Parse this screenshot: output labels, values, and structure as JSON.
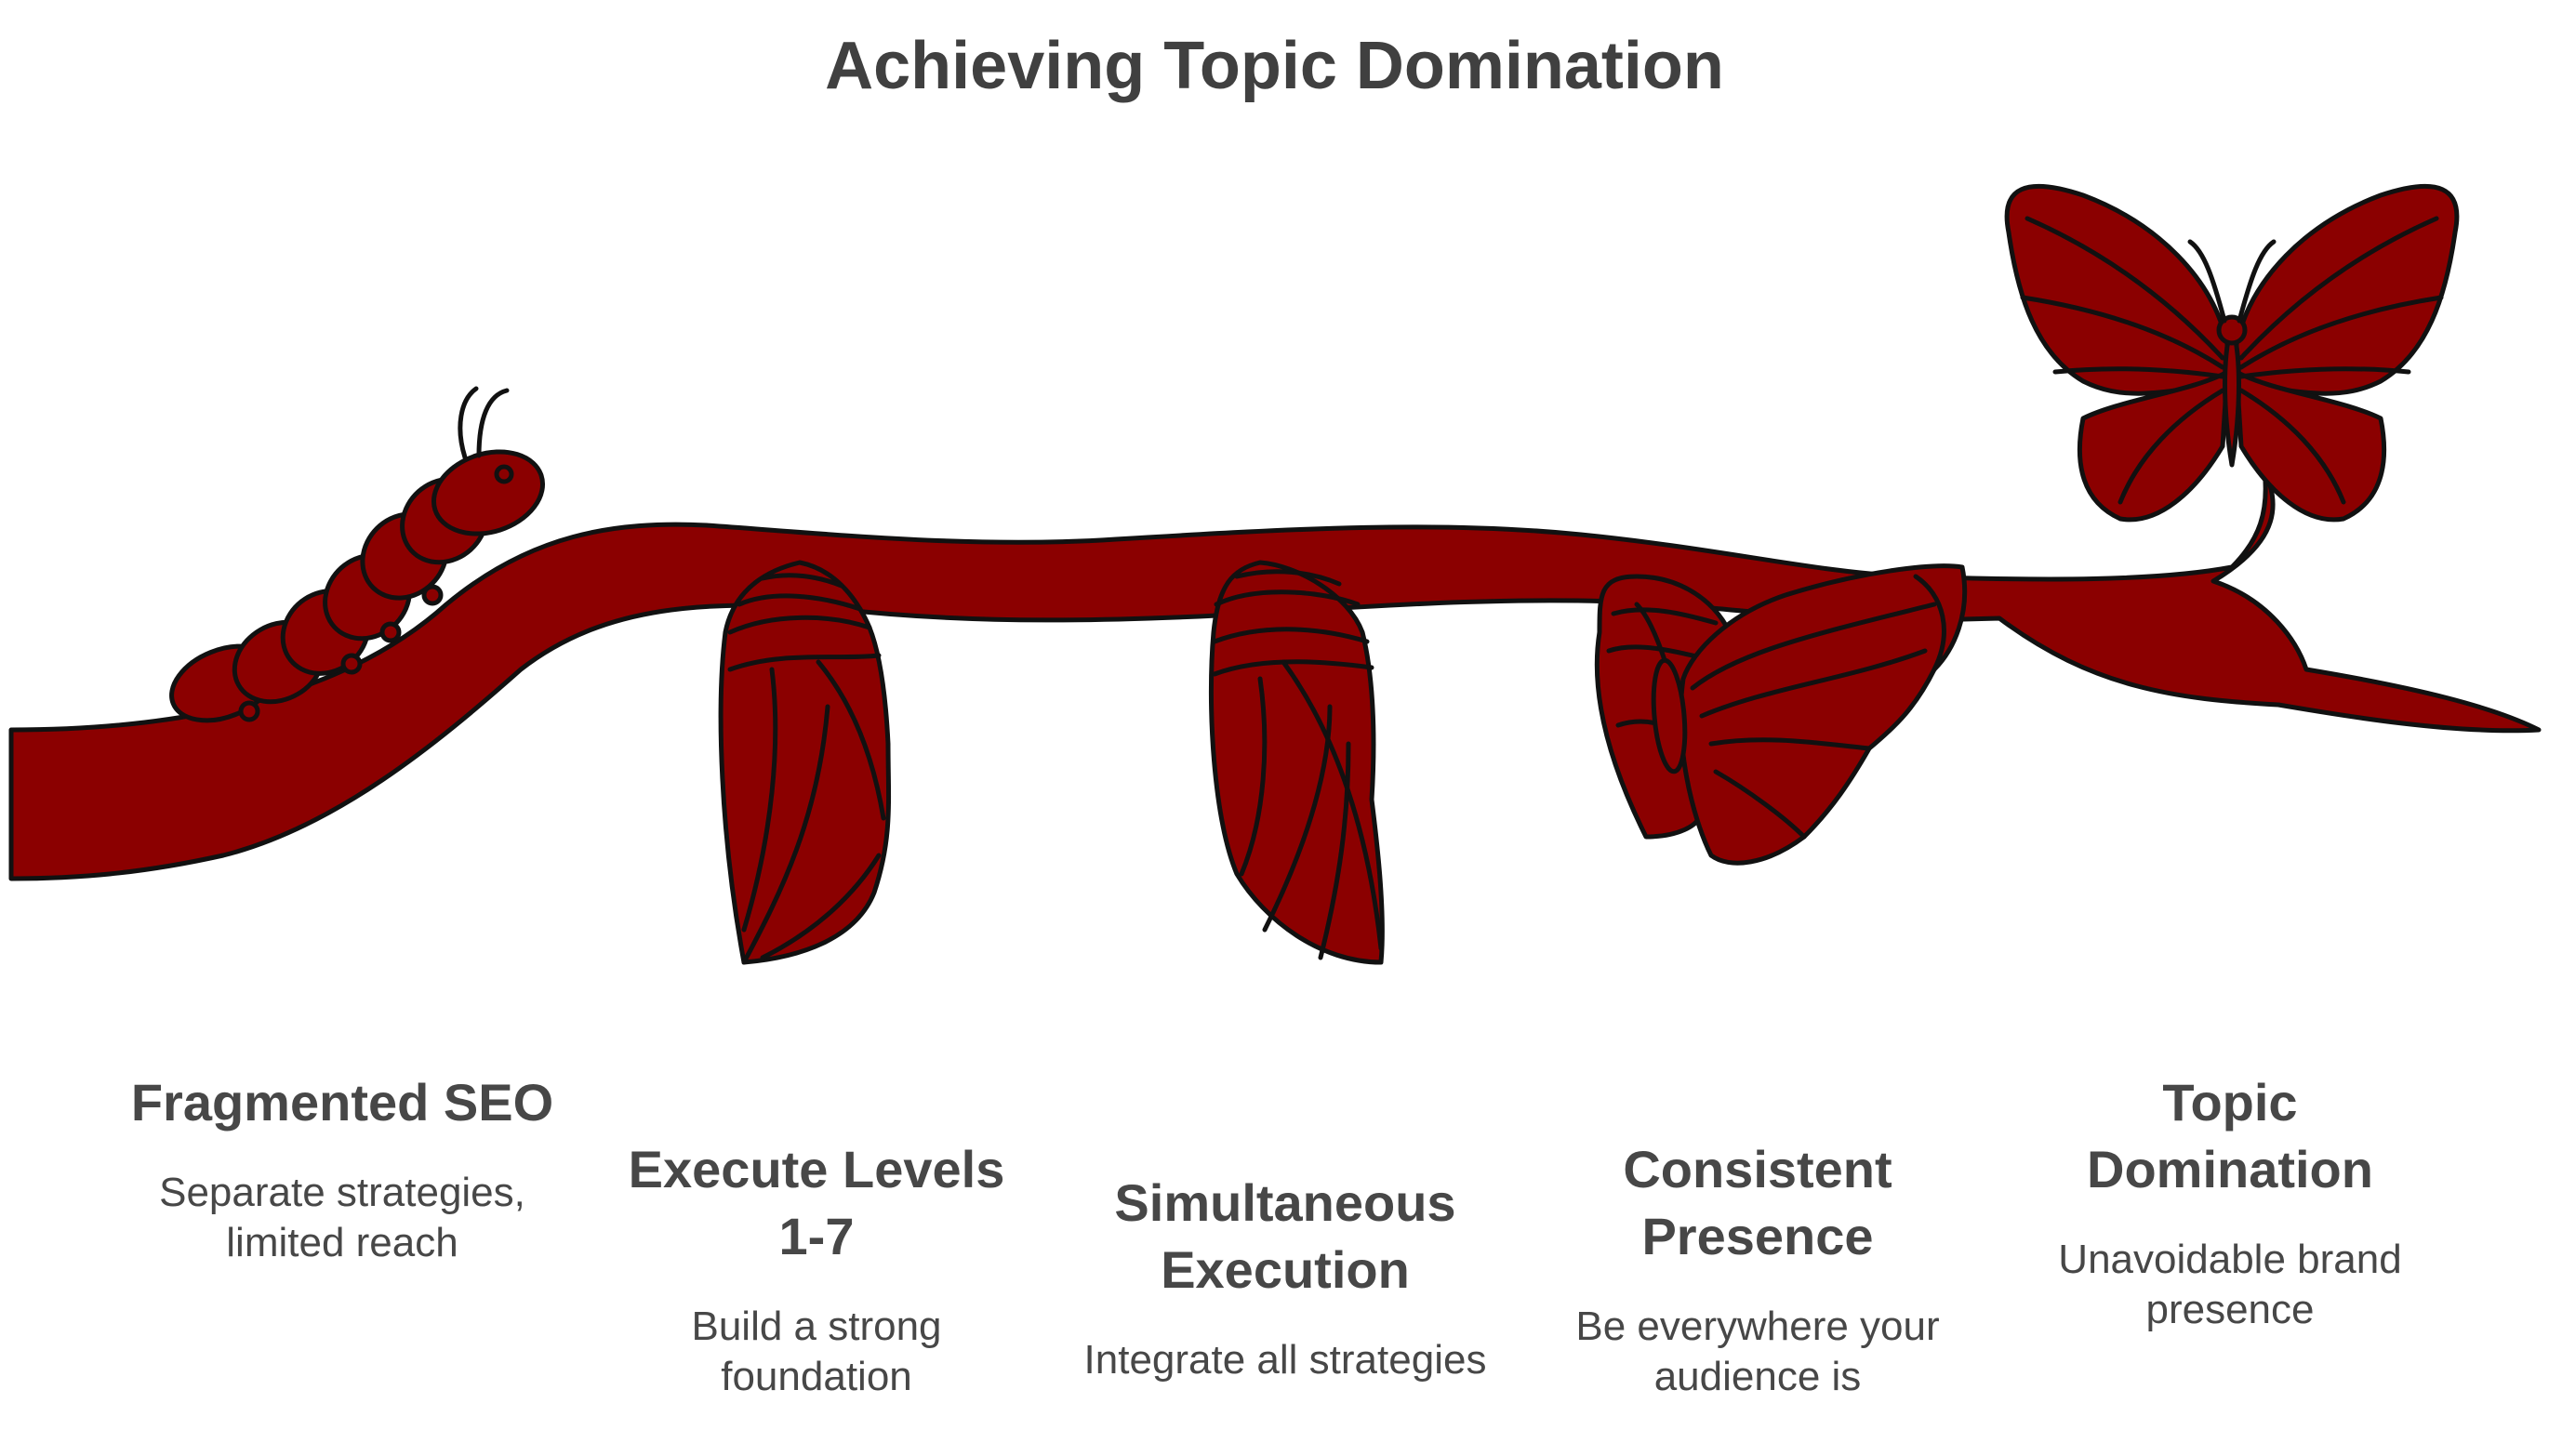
{
  "title": "Achieving Topic Domination",
  "colors": {
    "fill": "#8b0000",
    "stroke": "#111111",
    "text": "#404040"
  },
  "stages": [
    {
      "heading": "Fragmented SEO",
      "description": "Separate strategies, limited reach",
      "icon": "caterpillar-icon"
    },
    {
      "heading": "Execute Levels 1-7",
      "description": "Build a strong foundation",
      "icon": "chrysalis-icon"
    },
    {
      "heading": "Simultaneous Execution",
      "description": "Integrate all strategies",
      "icon": "chrysalis-icon"
    },
    {
      "heading": "Consistent Presence",
      "description": "Be everywhere your audience is",
      "icon": "emerging-butterfly-icon"
    },
    {
      "heading": "Topic Domination",
      "description": "Unavoidable brand presence",
      "icon": "butterfly-icon"
    }
  ]
}
